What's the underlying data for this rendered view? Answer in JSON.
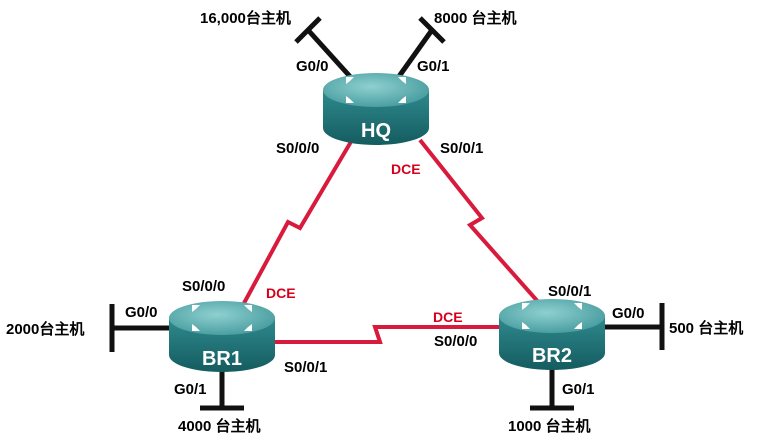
{
  "routers": {
    "hq": {
      "name": "HQ"
    },
    "br1": {
      "name": "BR1"
    },
    "br2": {
      "name": "BR2"
    }
  },
  "hosts": {
    "hq_g00": "16,000台主机",
    "hq_g01": "8000 台主机",
    "br1_g00": "2000台主机",
    "br1_g01": "4000 台主机",
    "br2_g00": "500 台主机",
    "br2_g01": "1000 台主机"
  },
  "interfaces": {
    "hq_g00": "G0/0",
    "hq_g01": "G0/1",
    "hq_s000": "S0/0/0",
    "hq_s001": "S0/0/1",
    "br1_g00": "G0/0",
    "br1_g01": "G0/1",
    "br1_s000": "S0/0/0",
    "br1_s001": "S0/0/1",
    "br2_g00": "G0/0",
    "br2_g01": "G0/1",
    "br2_s000": "S0/0/0",
    "br2_s001": "S0/0/1"
  },
  "dce": {
    "hq": "DCE",
    "br1": "DCE",
    "br2": "DCE"
  },
  "colors": {
    "serial_link": "#d81b3c",
    "dce_label": "#d6001c",
    "router_top": "#4fa3a5",
    "router_side": "#1f6f73"
  }
}
